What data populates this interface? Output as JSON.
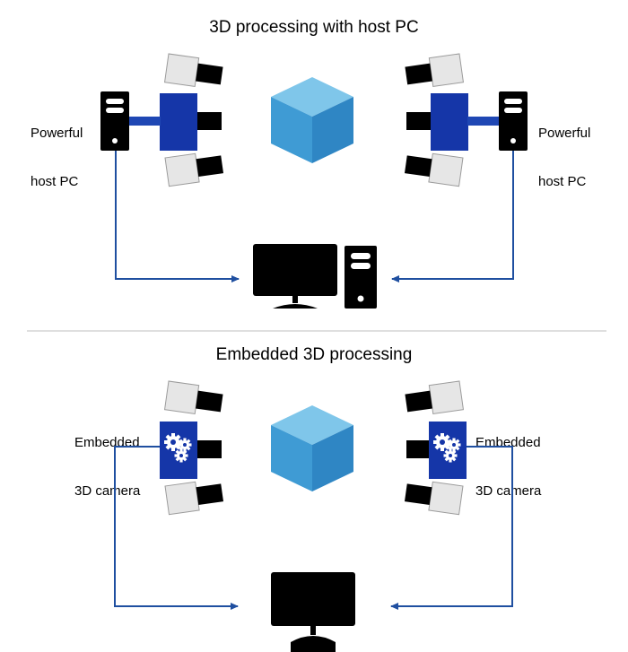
{
  "top_section": {
    "title": "3D processing with host PC",
    "left_label_line1": "Powerful",
    "left_label_line2": "host PC",
    "right_label_line1": "Powerful",
    "right_label_line2": "host PC"
  },
  "bottom_section": {
    "title": "Embedded 3D processing",
    "left_label_line1": "Embedded",
    "left_label_line2": "3D camera",
    "right_label_line1": "Embedded",
    "right_label_line2": "3D camera"
  },
  "colors": {
    "blue_unit": "#1536a8",
    "connector_blue": "#1f47b4",
    "arrow_blue": "#1f4fa0",
    "cube_top": "#7fc6ea",
    "cube_front": "#3f9bd4",
    "cube_side": "#2f86c4",
    "divider": "#bfbfbf"
  }
}
